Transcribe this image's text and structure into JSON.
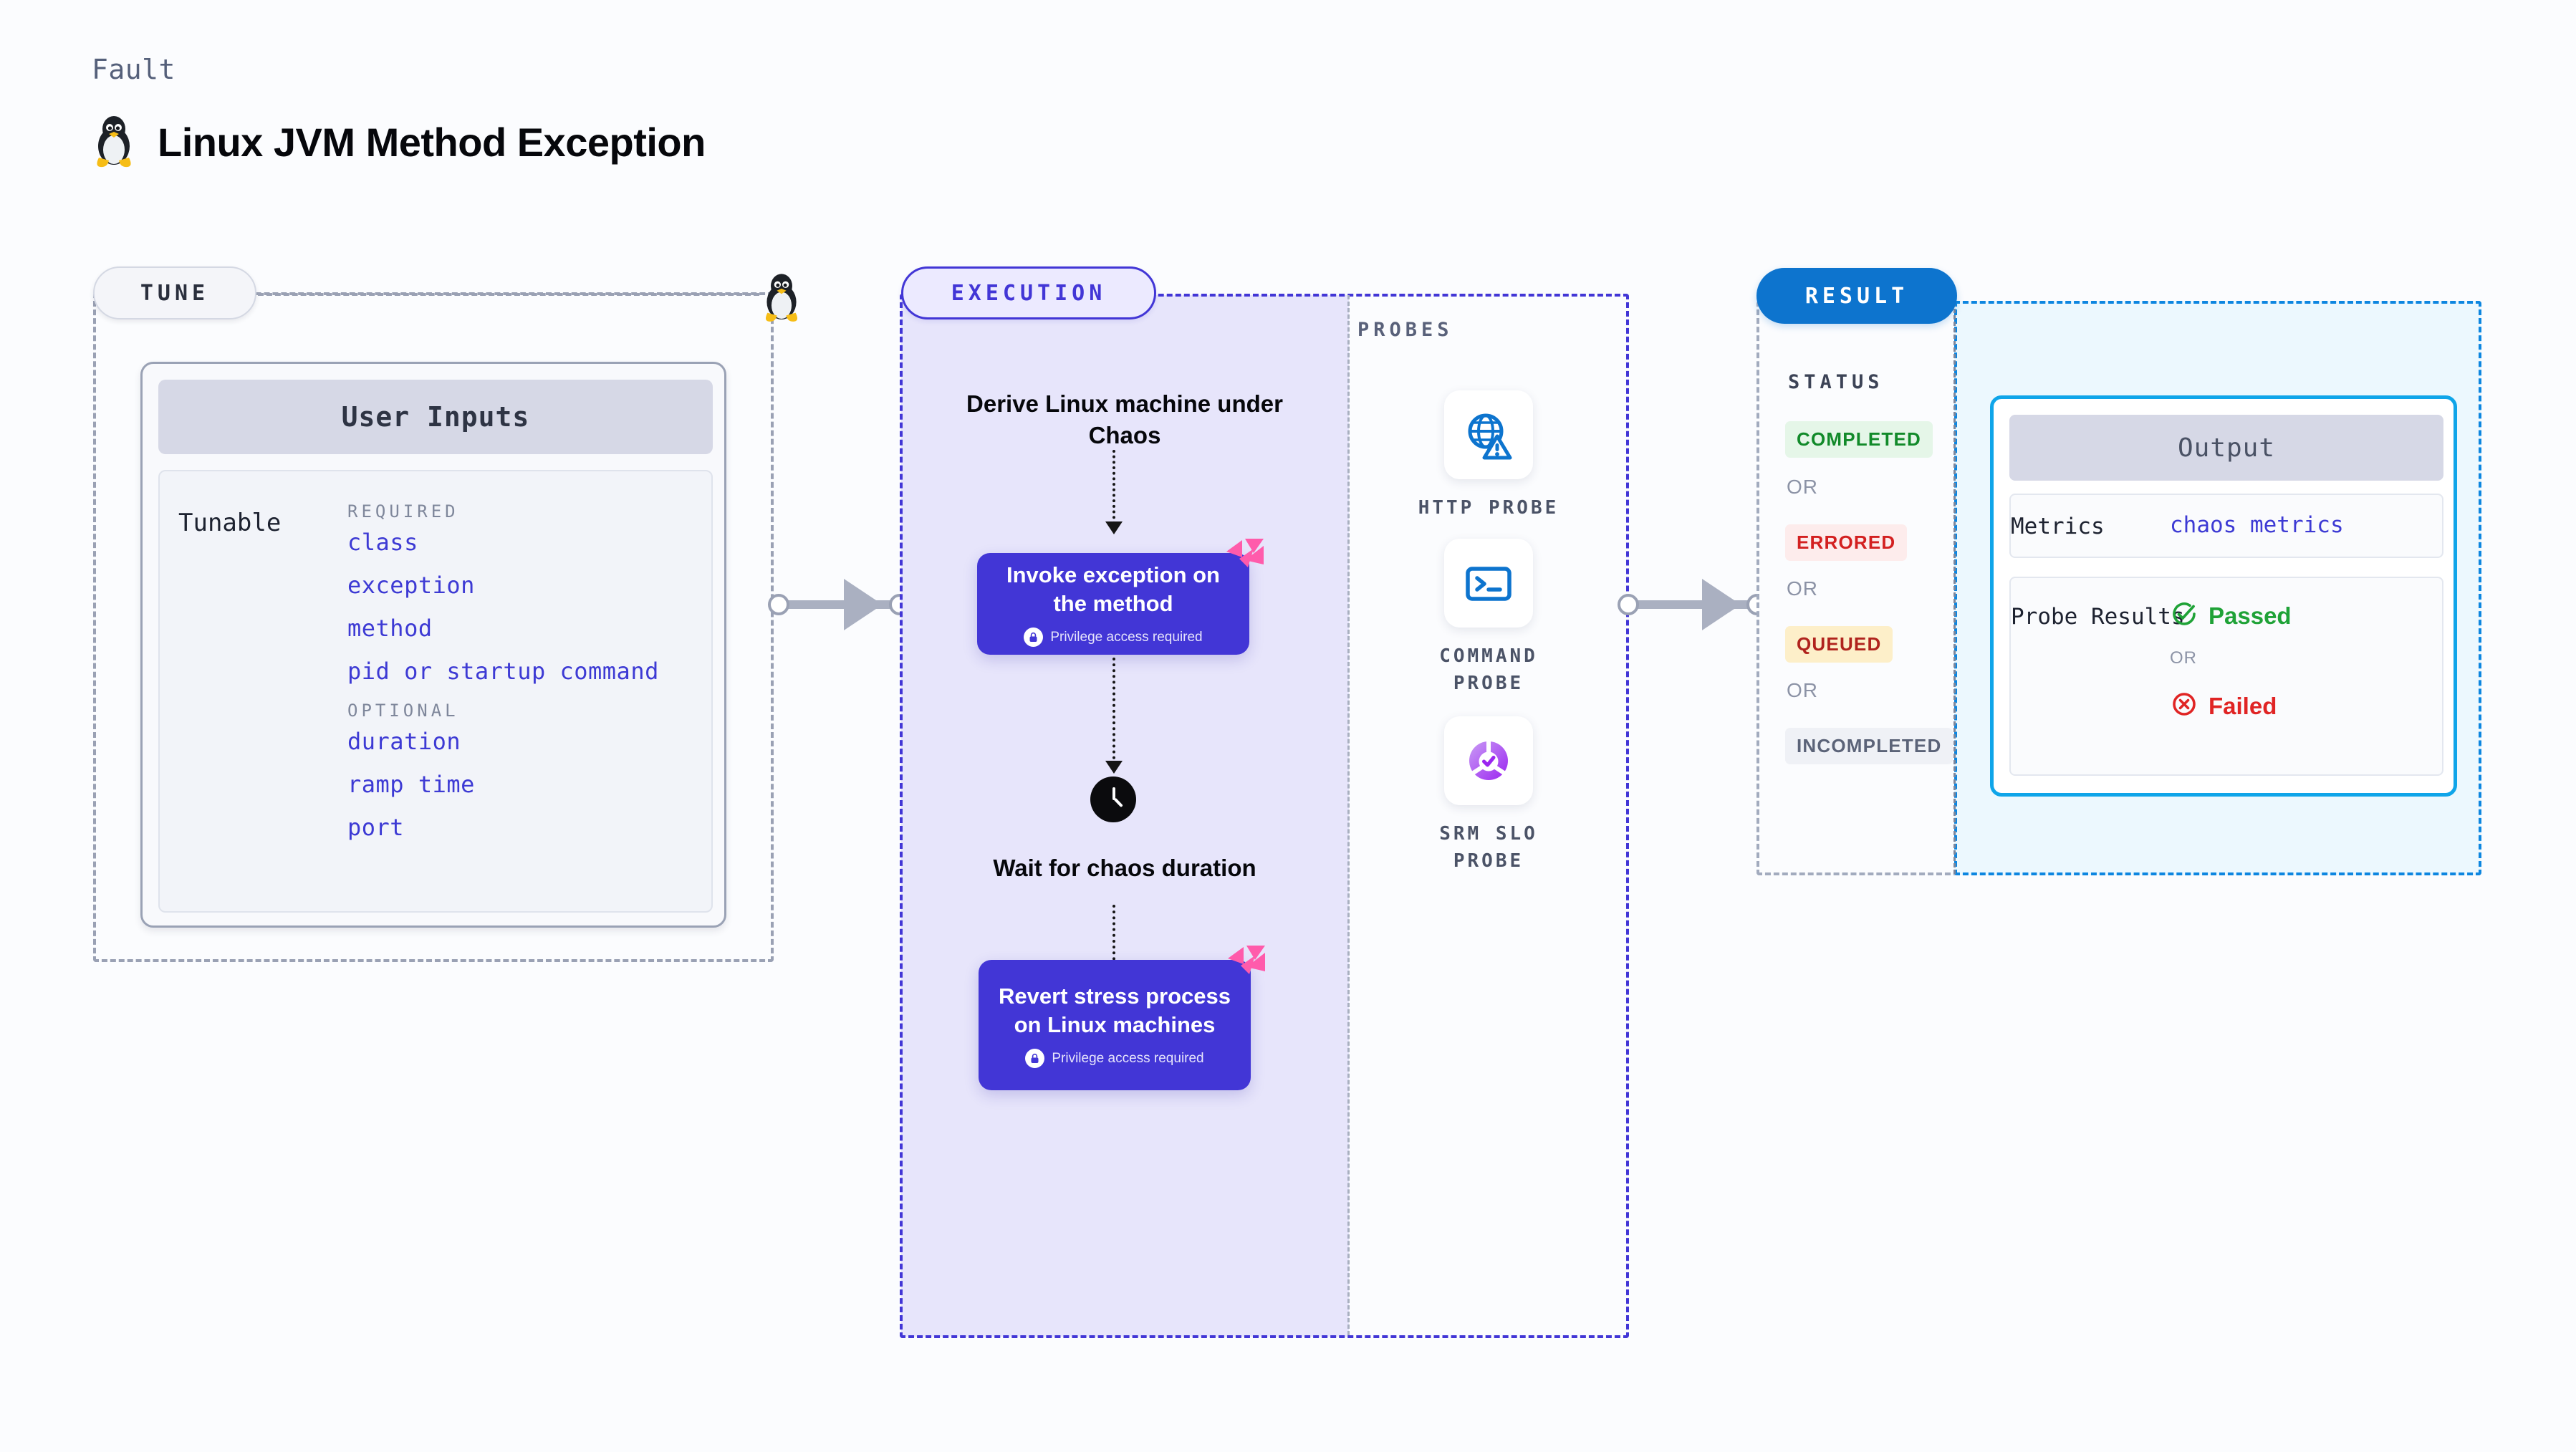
{
  "header": {
    "kicker": "Fault",
    "title": "Linux JVM Method Exception",
    "icon": "linux-penguin-icon"
  },
  "tune": {
    "pill_label": "TUNE",
    "card_title": "User Inputs",
    "row_label": "Tunable",
    "groups": [
      {
        "label": "REQUIRED",
        "items": [
          "class",
          "exception",
          "method",
          "pid or startup command"
        ]
      },
      {
        "label": "OPTIONAL",
        "items": [
          "duration",
          "ramp time",
          "port"
        ]
      }
    ]
  },
  "execution": {
    "pill_label": "EXECUTION",
    "step_derive": "Derive Linux machine under Chaos",
    "step_invoke_title": "Invoke exception on the method",
    "step_invoke_sub": "Privilege access required",
    "step_wait": "Wait for chaos duration",
    "step_revert_title": "Revert stress process on Linux machines",
    "step_revert_sub": "Privilege access required",
    "privilege_icon": "lock-icon",
    "clock_icon": "clock-icon",
    "brand_icon": "harness-logo-icon"
  },
  "probes": {
    "section_label": "PROBES",
    "items": [
      {
        "caption": "HTTP PROBE",
        "icon": "globe-warning-icon"
      },
      {
        "caption": "COMMAND PROBE",
        "icon": "terminal-icon"
      },
      {
        "caption": "SRM SLO PROBE",
        "icon": "slo-donut-check-icon"
      }
    ]
  },
  "result": {
    "pill_label": "RESULT",
    "status_label": "STATUS",
    "or_label": "OR",
    "statuses": [
      {
        "label": "COMPLETED",
        "bg": "#e5f6e8",
        "fg": "#128a2a"
      },
      {
        "label": "ERRORED",
        "bg": "#fdecec",
        "fg": "#d32020"
      },
      {
        "label": "QUEUED",
        "bg": "#fdefc9",
        "fg": "#b0231d"
      },
      {
        "label": "INCOMPLETED",
        "bg": "#eff1f6",
        "fg": "#5b6378"
      }
    ],
    "output": {
      "title": "Output",
      "metrics_key": "Metrics",
      "metrics_value": "chaos metrics",
      "probe_key": "Probe Results",
      "passed_label": "Passed",
      "failed_label": "Failed",
      "or_label": "OR",
      "passed_icon": "check-circle-icon",
      "failed_icon": "x-circle-icon"
    }
  },
  "colors": {
    "brand_purple": "#4236d6",
    "brand_pink": "#ff5bab",
    "result_blue": "#0d74ce",
    "output_cyan": "#0fa5e9",
    "pass_green": "#1fa237",
    "fail_red": "#e02424"
  }
}
